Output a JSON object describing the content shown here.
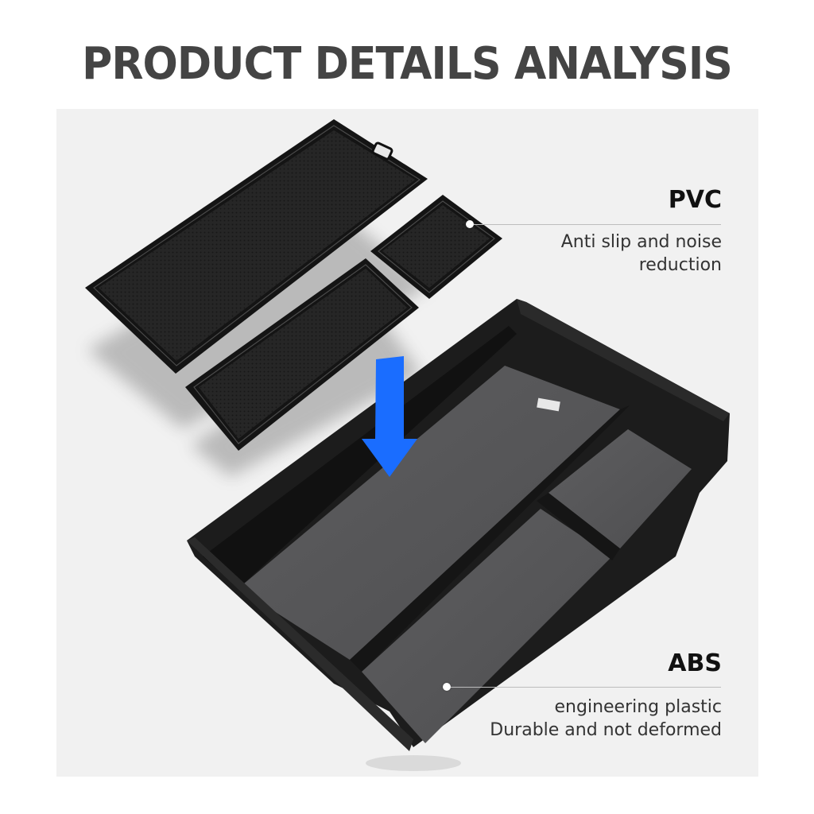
{
  "title": "PRODUCT DETAILS ANALYSIS",
  "colors": {
    "title": "#444444",
    "panel_bg": "#f1f1f1",
    "arrow": "#1a6dff",
    "tray": "#1c1c1c",
    "tray_floor": "#5a5a5c",
    "mat": "#222222"
  },
  "illustration": {
    "mats": [
      "large mat",
      "long mat",
      "small mat"
    ],
    "tray": "center console organizer tray",
    "arrow_icon": "down-arrow-icon"
  },
  "callouts": [
    {
      "material": "PVC",
      "description_lines": [
        "Anti slip and noise",
        "reduction"
      ]
    },
    {
      "material": "ABS",
      "description_lines": [
        "engineering plastic",
        "Durable and not deformed"
      ]
    }
  ]
}
